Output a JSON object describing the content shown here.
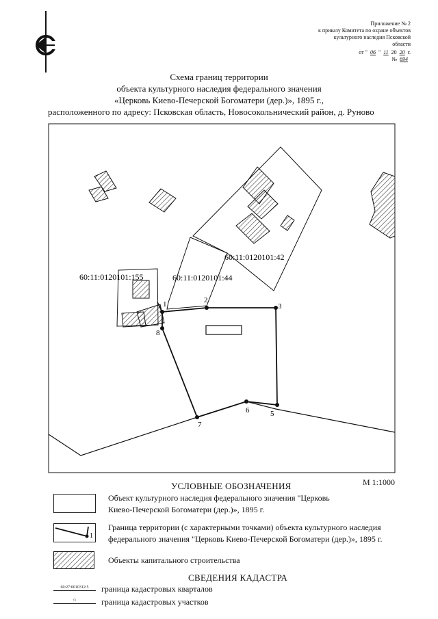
{
  "appendix": {
    "line1": "Приложение № 2",
    "line2": "к приказу Комитета по охране объектов",
    "line3": "культурного наследия Псковской",
    "line4": "области",
    "date_prefix": "от \"",
    "date_day": "06",
    "date_mid": "\"",
    "date_month": "11",
    "date_year_prefix": "20",
    "date_year": "20",
    "date_suffix": "г.",
    "number_prefix": "№",
    "number": "694"
  },
  "title": {
    "line1": "Схема границ территории",
    "line2": "объекта культурного наследия федерального значения",
    "line3": "«Церковь Киево-Печерской Богоматери (дер.)», 1895 г.,",
    "line4": "расположенного по адресу: Псковская область, Новосокольнический район, д. Руново"
  },
  "map": {
    "parcel_labels": [
      "60:11:0120101:155",
      "60:11:0120101:44",
      "60:11:0120101:42"
    ],
    "points": [
      "1",
      "2",
      "3",
      "5",
      "6",
      "7",
      "8"
    ],
    "line_color": "#111111",
    "hatch_color": "#333333"
  },
  "scale": "М 1:1000",
  "legend": {
    "heading": "УСЛОВНЫЕ ОБОЗНАЧЕНИЯ",
    "item1_line1": "Объект культурного наследия федерального значения \"Церковь",
    "item1_line2": "Киево-Печерской Богоматери (дер.)», 1895 г.",
    "item2_line1": "Граница территории (с характерными точками) объекта культурного наследия",
    "item2_line2": "федерального значения \"Церковь Киево-Печерской Богоматери (дер.)», 1895 г.",
    "item2_point": "1",
    "item3": "Объекты капитального строительства"
  },
  "cadastre": {
    "heading": "СВЕДЕНИЯ КАДАСТРА",
    "row1_sample": "60:27:0010312:5",
    "row1": "граница кадастровых кварталов",
    "row2_sample": ":1",
    "row2": "граница кадастровых участков"
  }
}
